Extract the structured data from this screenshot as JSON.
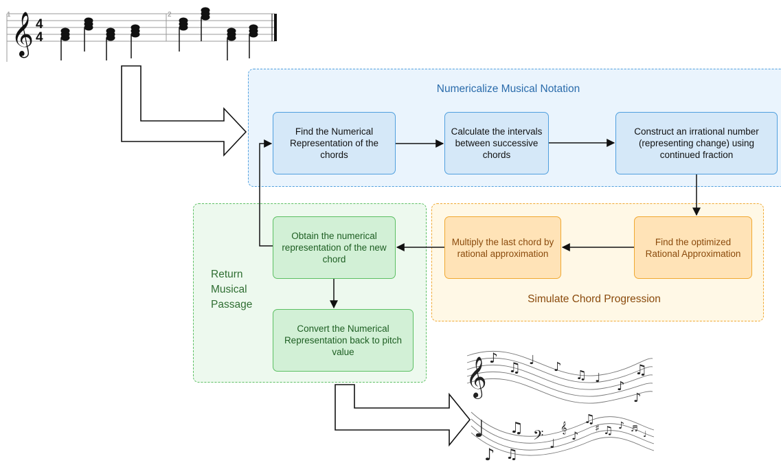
{
  "groups": {
    "numericalize_title": "Numericalize Musical Notation",
    "simulate_title": "Simulate Chord Progression",
    "return_title": "Return\nMusical\nPassage"
  },
  "boxes": {
    "find_numerical": "Find the Numerical Representation of the chords",
    "calculate_intervals": "Calculate the intervals between successive chords",
    "construct_irrational": "Construct an irrational number (representing change) using continued fraction",
    "find_optimized": "Find the optimized Rational Approximation",
    "multiply_last": "Multiply the last chord by rational approximation",
    "obtain_new": "Obtain the numerical representation of the new chord",
    "convert_back": "Convert the Numerical Representation back to pitch value"
  },
  "score": {
    "measure_numbers": [
      "1",
      "2"
    ],
    "time_signature": [
      "4",
      "4"
    ]
  },
  "colors": {
    "blue": "#4f9fde",
    "orange": "#f0a830",
    "green": "#5bbf62"
  }
}
